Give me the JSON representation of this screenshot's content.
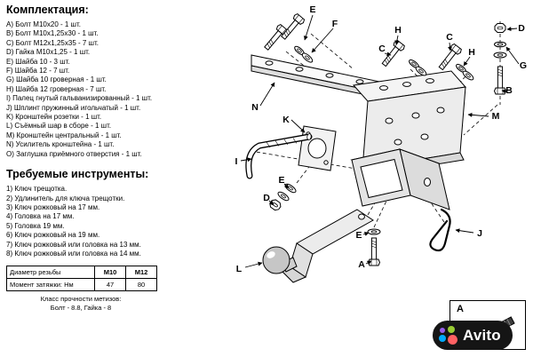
{
  "kit": {
    "title": "Комплектация:",
    "items": [
      "A) Болт М10х20 - 1 шт.",
      "B) Болт М10х1,25х30 - 1 шт.",
      "C) Болт М12х1,25х35 - 7 шт.",
      "D) Гайка М10х1,25 - 1 шт.",
      "E) Шайба 10 - 3 шт.",
      "F) Шайба 12 - 7 шт.",
      "G) Шайба 10 гроверная - 1 шт.",
      "H) Шайба 12 гроверная - 7 шт.",
      "I) Палец гнутый гальванизированный - 1 шт.",
      "J) Шплинт пружинный игольчатый - 1 шт.",
      "K) Кронштейн розетки - 1 шт.",
      "L) Съёмный шар в сборе - 1 шт.",
      "M) Кронштейн центральный - 1 шт.",
      "N) Усилитель кронштейна - 1 шт.",
      "O) Заглушка приёмного отверстия - 1 шт."
    ]
  },
  "tools": {
    "title": "Требуемые инструменты:",
    "items": [
      "1) Ключ трещотка.",
      "2) Удлинитель для ключа трещотки.",
      "3) Ключ рожковый на 17 мм.",
      "4) Головка на 17 мм.",
      "5) Головка 19 мм.",
      "6) Ключ рожковый на 19 мм.",
      "7) Ключ рожковый или головка на 13 мм.",
      "8) Ключ рожковый или головка на 14 мм."
    ]
  },
  "table": {
    "col1_header": "Диаметр резьбы",
    "col2_header": "М10",
    "col3_header": "М12",
    "row_label": "Момент затяжки: Нм",
    "m10": "47",
    "m12": "80"
  },
  "note": {
    "line1": "Класс прочности метизов:",
    "line2": "Болт - 8.8, Гайка - 8"
  },
  "diagram": {
    "callouts": [
      "E",
      "F",
      "H",
      "C",
      "C",
      "H",
      "D",
      "G",
      "B",
      "N",
      "K",
      "I",
      "M",
      "E",
      "D",
      "L",
      "J",
      "E",
      "A"
    ]
  },
  "inset": {
    "label": "A"
  },
  "watermark": {
    "text": "Avito",
    "pill_color": "#151515",
    "brand_colors": [
      "#965eeb",
      "#99cc33",
      "#00aaff",
      "#ff6163"
    ]
  }
}
